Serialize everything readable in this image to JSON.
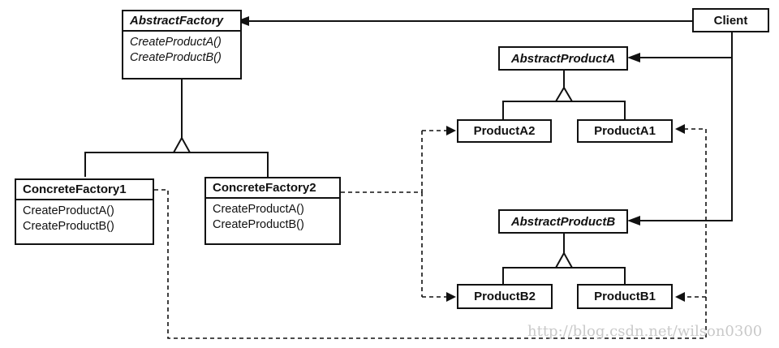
{
  "classes": {
    "abstract_factory": {
      "name": "AbstractFactory",
      "operations": [
        "CreateProductA()",
        "CreateProductB()"
      ]
    },
    "concrete_factory1": {
      "name": "ConcreteFactory1",
      "operations": [
        "CreateProductA()",
        "CreateProductB()"
      ]
    },
    "concrete_factory2": {
      "name": "ConcreteFactory2",
      "operations": [
        "CreateProductA()",
        "CreateProductB()"
      ]
    },
    "client": {
      "name": "Client"
    },
    "abstract_product_a": {
      "name": "AbstractProductA"
    },
    "abstract_product_b": {
      "name": "AbstractProductB"
    },
    "product_a1": {
      "name": "ProductA1"
    },
    "product_a2": {
      "name": "ProductA2"
    },
    "product_b1": {
      "name": "ProductB1"
    },
    "product_b2": {
      "name": "ProductB2"
    }
  },
  "relationships": [
    {
      "from": "client",
      "to": "abstract_factory",
      "type": "association"
    },
    {
      "from": "client",
      "to": "abstract_product_a",
      "type": "association"
    },
    {
      "from": "client",
      "to": "abstract_product_b",
      "type": "association"
    },
    {
      "from": "concrete_factory1",
      "to": "abstract_factory",
      "type": "inheritance"
    },
    {
      "from": "concrete_factory2",
      "to": "abstract_factory",
      "type": "inheritance"
    },
    {
      "from": "product_a1",
      "to": "abstract_product_a",
      "type": "inheritance"
    },
    {
      "from": "product_a2",
      "to": "abstract_product_a",
      "type": "inheritance"
    },
    {
      "from": "product_b1",
      "to": "abstract_product_b",
      "type": "inheritance"
    },
    {
      "from": "product_b2",
      "to": "abstract_product_b",
      "type": "inheritance"
    },
    {
      "from": "concrete_factory1",
      "to": "product_a1",
      "type": "creates"
    },
    {
      "from": "concrete_factory1",
      "to": "product_b1",
      "type": "creates"
    },
    {
      "from": "concrete_factory2",
      "to": "product_a2",
      "type": "creates"
    },
    {
      "from": "concrete_factory2",
      "to": "product_b2",
      "type": "creates"
    }
  ],
  "watermark": "http://blog.csdn.net/wilson0300",
  "colors": {
    "line": "#111111",
    "watermark": "#c9c9c9"
  }
}
